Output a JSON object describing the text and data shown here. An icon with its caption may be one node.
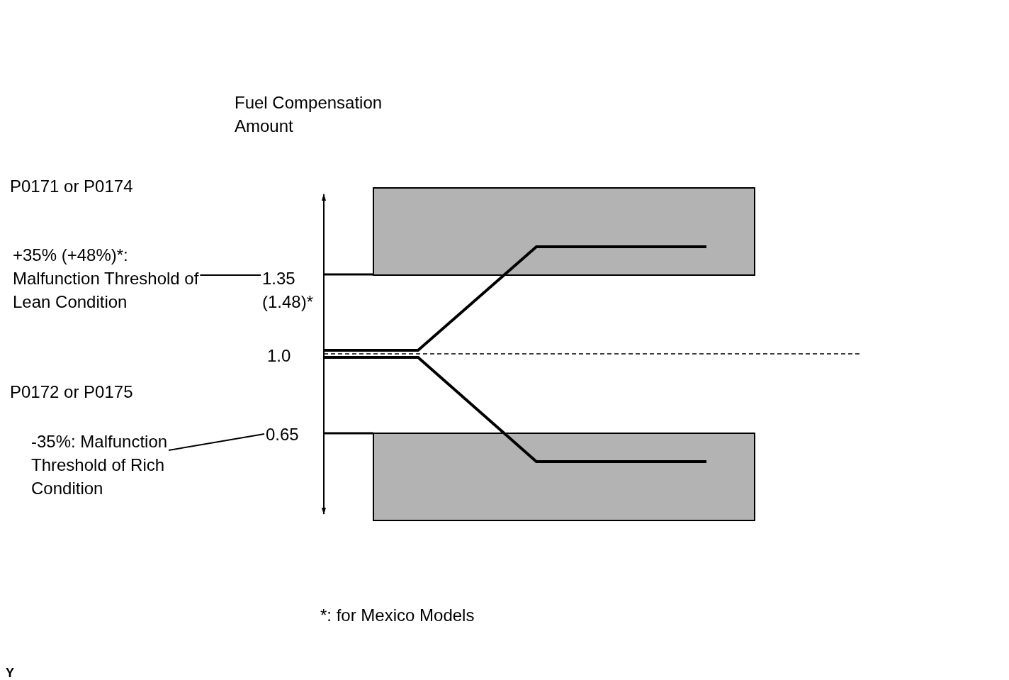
{
  "diagram": {
    "nodes": [
      {
        "text": [
          "+35% (+48%)*: Malfunction Threshold of Lean Condition"
        ]
      },
      {
        "text": [
          "1.35 (1.48)*"
        ]
      },
      {
        "text": [
          "-35%: Malfunction Threshold of Rich Condition"
        ]
      },
      {
        "text": [
          "0.65"
        ]
      }
    ],
    "edges": [
      {
        "from": 0,
        "to": 1,
        "arrow": "none"
      },
      {
        "from": 2,
        "to": 3,
        "arrow": "none"
      }
    ],
    "labels": [
      "Fuel Compensation Amount",
      "P0171 or P0174",
      "1.0",
      "P0172 or P0175",
      "*: for Mexico Models",
      "Y"
    ]
  }
}
